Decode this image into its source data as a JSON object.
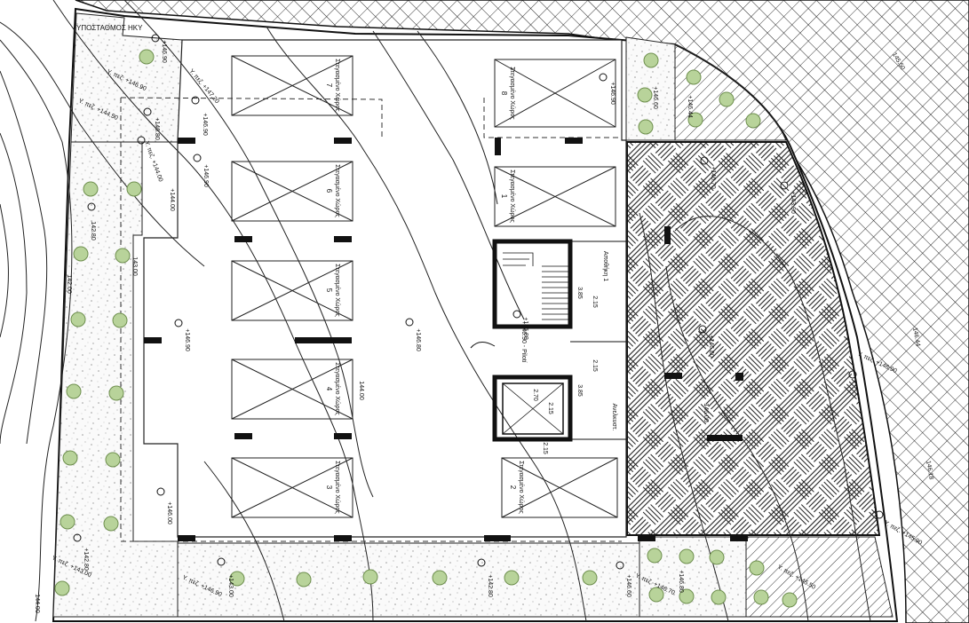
{
  "drawing": {
    "substation_label": "ΥΠΟΣΤΑΘΜΟΣ ΗΚΥ",
    "contour_labels": [
      "144.00",
      "142.00",
      "143.00",
      "142.80",
      "144.00"
    ],
    "border_levels": [
      "145.50",
      "146.44",
      "146.18"
    ],
    "spot_levels": [
      "+146.90",
      "+146.90",
      "+146.80",
      "+146.90",
      "+146.90",
      "+146.80",
      "+146.00",
      "+144.00",
      "+142.80",
      "+143.00",
      "+142.80",
      "+146.60",
      "+146.90",
      "+146.70",
      "+143.90",
      "+146.80",
      "+146.80",
      "+146.80",
      "+146.60",
      "+146.44"
    ],
    "ground_levels": [
      "Υ. πεζ. +146.90",
      "Υ. πεζ. +144.50",
      "Υ. πεζ. +144.00",
      "Υ. πεζ. +143.00",
      "Υ. πεζ. +147.20",
      "Υ. πεζ. +146.90",
      "Υ. πεζ. +146.70",
      "Υ. πεζ. +146.90",
      "Υ. πεζ. +145.90",
      "Υ. πεζ. +145.50"
    ],
    "parking_spaces": [
      {
        "label": "Στεγασμένο Χώρος",
        "number": "7"
      },
      {
        "label": "Στεγασμένο Χώρος",
        "number": "6"
      },
      {
        "label": "Στεγασμένο Χώρος",
        "number": "5"
      },
      {
        "label": "Στεγασμένο Χώρος",
        "number": "4"
      },
      {
        "label": "Στεγασμένο Χώρος",
        "number": "3"
      },
      {
        "label": "Στεγασμένο Χώρος",
        "number": "8"
      },
      {
        "label": "Στεγασμένο Χώρος",
        "number": "1"
      },
      {
        "label": "Στεγασμένο Χώρος",
        "number": "2"
      }
    ],
    "core": {
      "floor_level": "+146.90 - Pilotí",
      "lobby_label": "Αποθήκη 1",
      "lift_label": "Ανελκυστ.",
      "dims": [
        "3.85",
        "2.15",
        "2.15",
        "3.85",
        "2.15",
        "2.70",
        "2.15"
      ]
    },
    "paved_area_level": "146.00"
  }
}
